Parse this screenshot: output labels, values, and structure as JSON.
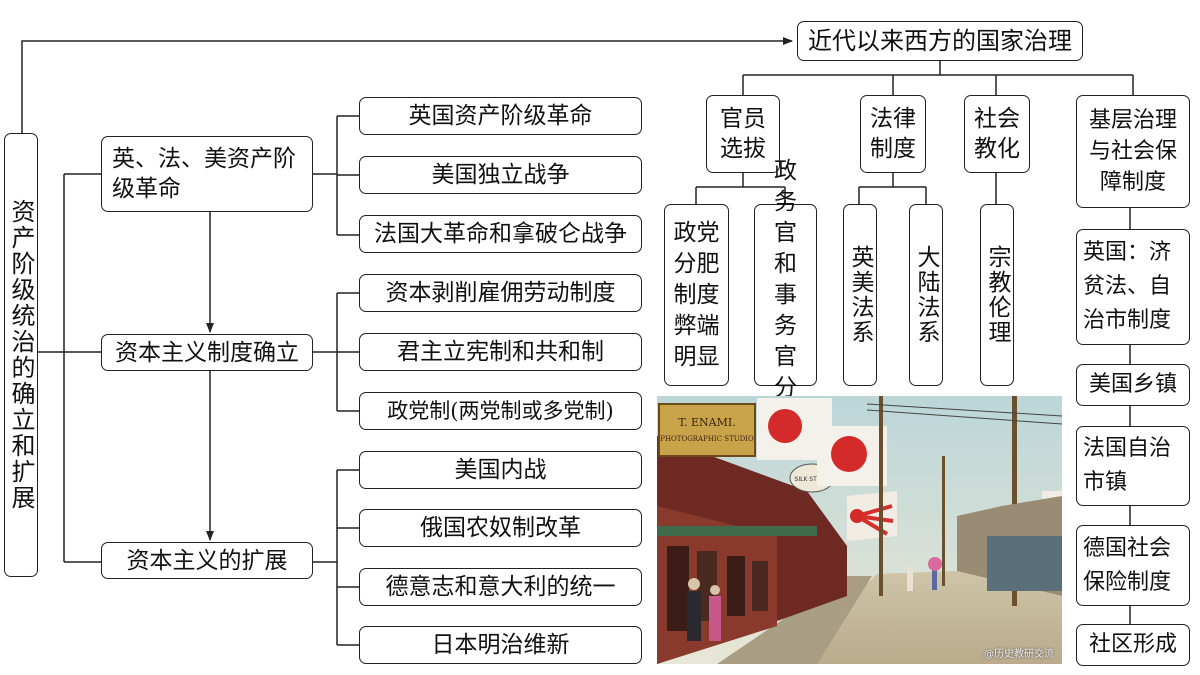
{
  "root": "资产阶级统治的确立和扩展",
  "top": "近代以来西方的国家治理",
  "revolution": {
    "label": "英、法、美资产阶级革命",
    "children": [
      "英国资产阶级革命",
      "美国独立战争",
      "法国大革命和拿破仑战争"
    ]
  },
  "established": {
    "label": "资本主义制度确立",
    "children": [
      "资本剥削雇佣劳动制度",
      "君主立宪制和共和制",
      "政党制(两党制或多党制)"
    ]
  },
  "expansion": {
    "label": "资本主义的扩展",
    "children": [
      "美国内战",
      "俄国农奴制改革",
      "德意志和意大利的统一",
      "日本明治维新"
    ]
  },
  "governance": {
    "officials": {
      "label": "官员选拔",
      "children": [
        "政党分肥制度弊端明显",
        "政务官和事务官分离"
      ]
    },
    "law": {
      "label": "法律制度",
      "children": [
        "英美法系",
        "大陆法系"
      ]
    },
    "education": {
      "label": "社会教化",
      "children": [
        "宗教伦理"
      ]
    },
    "grassroots": {
      "label": "基层治理与社会保障制度",
      "children": [
        "英国：济贫法、自治市制度",
        "美国乡镇",
        "法国自治市镇",
        "德国社会保险制度",
        "社区形成"
      ]
    }
  },
  "photo": {
    "sign_main": "T. ENAMI.",
    "sign_sub": "PHOTOGRAPHIC STUDIO",
    "sign_silk": "SILK STORE"
  },
  "watermark": "@历史教研交流",
  "colors": {
    "line": "#222222",
    "border": "#222222"
  }
}
